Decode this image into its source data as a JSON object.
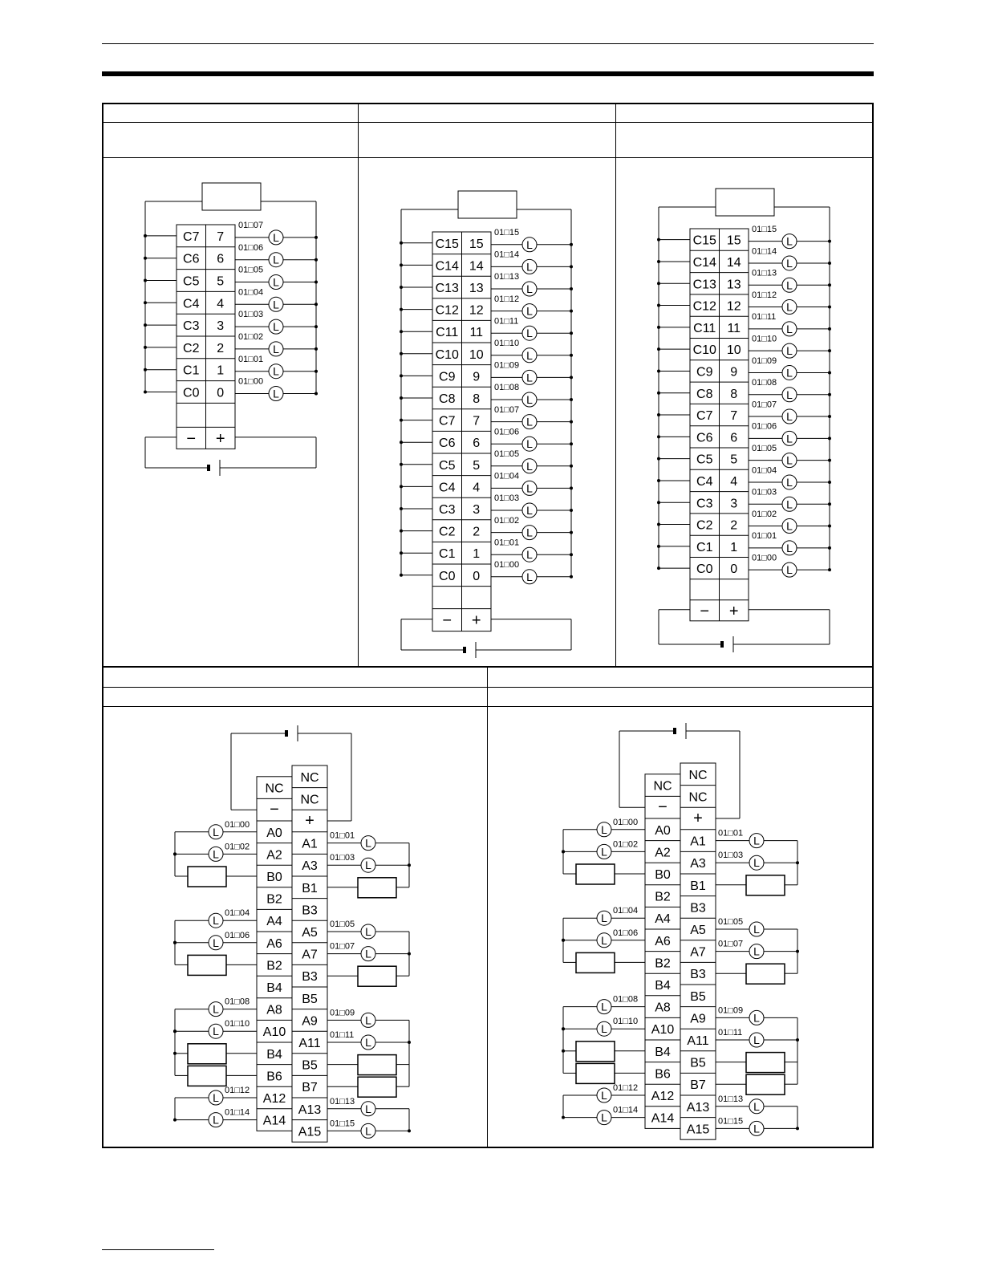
{
  "diagrams": {
    "top_left": {
      "rows": [
        {
          "c": "C7",
          "n": "7",
          "addr": "01□07"
        },
        {
          "c": "C6",
          "n": "6",
          "addr": "01□06"
        },
        {
          "c": "C5",
          "n": "5",
          "addr": "01□05"
        },
        {
          "c": "C4",
          "n": "4",
          "addr": "01□04"
        },
        {
          "c": "C3",
          "n": "3",
          "addr": "01□03"
        },
        {
          "c": "C2",
          "n": "2",
          "addr": "01□02"
        },
        {
          "c": "C1",
          "n": "1",
          "addr": "01□01"
        },
        {
          "c": "C0",
          "n": "0",
          "addr": "01□00"
        }
      ],
      "minus": "−",
      "plus": "+",
      "load": "L"
    },
    "top_middle": {
      "rows": [
        {
          "c": "C15",
          "n": "15",
          "addr": "01□15"
        },
        {
          "c": "C14",
          "n": "14",
          "addr": "01□14"
        },
        {
          "c": "C13",
          "n": "13",
          "addr": "01□13"
        },
        {
          "c": "C12",
          "n": "12",
          "addr": "01□12"
        },
        {
          "c": "C11",
          "n": "11",
          "addr": "01□11"
        },
        {
          "c": "C10",
          "n": "10",
          "addr": "01□10"
        },
        {
          "c": "C9",
          "n": "9",
          "addr": "01□09"
        },
        {
          "c": "C8",
          "n": "8",
          "addr": "01□08"
        },
        {
          "c": "C7",
          "n": "7",
          "addr": "01□07"
        },
        {
          "c": "C6",
          "n": "6",
          "addr": "01□06"
        },
        {
          "c": "C5",
          "n": "5",
          "addr": "01□05"
        },
        {
          "c": "C4",
          "n": "4",
          "addr": "01□04"
        },
        {
          "c": "C3",
          "n": "3",
          "addr": "01□03"
        },
        {
          "c": "C2",
          "n": "2",
          "addr": "01□02"
        },
        {
          "c": "C1",
          "n": "1",
          "addr": "01□01"
        },
        {
          "c": "C0",
          "n": "0",
          "addr": "01□00"
        }
      ],
      "minus": "−",
      "plus": "+",
      "load": "L"
    },
    "top_right": {
      "rows": [
        {
          "c": "C15",
          "n": "15",
          "addr": "01□15"
        },
        {
          "c": "C14",
          "n": "14",
          "addr": "01□14"
        },
        {
          "c": "C13",
          "n": "13",
          "addr": "01□13"
        },
        {
          "c": "C12",
          "n": "12",
          "addr": "01□12"
        },
        {
          "c": "C11",
          "n": "11",
          "addr": "01□11"
        },
        {
          "c": "C10",
          "n": "10",
          "addr": "01□10"
        },
        {
          "c": "C9",
          "n": "9",
          "addr": "01□09"
        },
        {
          "c": "C8",
          "n": "8",
          "addr": "01□08"
        },
        {
          "c": "C7",
          "n": "7",
          "addr": "01□07"
        },
        {
          "c": "C6",
          "n": "6",
          "addr": "01□06"
        },
        {
          "c": "C5",
          "n": "5",
          "addr": "01□05"
        },
        {
          "c": "C4",
          "n": "4",
          "addr": "01□04"
        },
        {
          "c": "C3",
          "n": "3",
          "addr": "01□03"
        },
        {
          "c": "C2",
          "n": "2",
          "addr": "01□02"
        },
        {
          "c": "C1",
          "n": "1",
          "addr": "01□01"
        },
        {
          "c": "C0",
          "n": "0",
          "addr": "01□00"
        }
      ],
      "minus": "−",
      "plus": "+",
      "load": "L"
    },
    "bottom": {
      "left_col": [
        "NC",
        "−",
        "A0",
        "A2",
        "B0",
        "B2",
        "A4",
        "A6",
        "B2",
        "B4",
        "A8",
        "A10",
        "B4",
        "B6",
        "A12",
        "A14"
      ],
      "right_col": [
        "NC",
        "NC",
        "+",
        "A1",
        "A3",
        "B1",
        "B3",
        "A5",
        "A7",
        "B3",
        "B5",
        "A9",
        "A11",
        "B5",
        "B7",
        "A13",
        "A15"
      ],
      "left_addrs": [
        "01□00",
        "01□02",
        "01□04",
        "01□06",
        "01□08",
        "01□10",
        "01□12",
        "01□14"
      ],
      "right_addrs": [
        "01□01",
        "01□03",
        "01□05",
        "01□07",
        "01□09",
        "01□11",
        "01□13",
        "01□15"
      ],
      "load": "L"
    }
  }
}
